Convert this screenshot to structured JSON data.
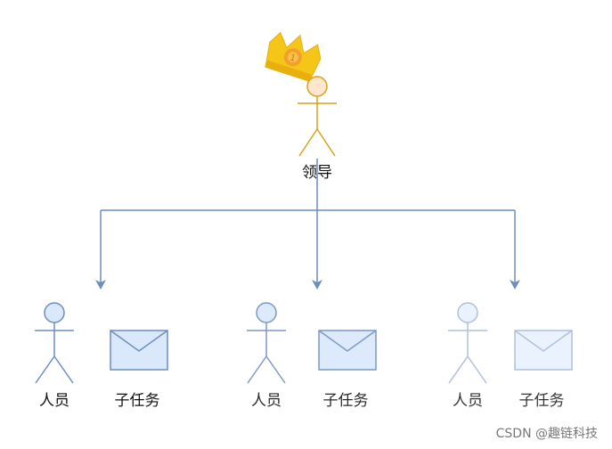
{
  "leader": {
    "label": "领导",
    "crown_icon": "crown-icon",
    "crown_badge_text": "1",
    "colors": {
      "stroke": "#d6a21a",
      "head_fill": "#ffe6cc",
      "crown": "#f5c518",
      "crown_shadow": "#e8b00f",
      "badge": "#f29f2e"
    }
  },
  "workers": [
    {
      "person_label": "人员",
      "task_label": "子任务",
      "person_icon": "person-icon",
      "task_icon": "envelope-icon",
      "stroke": "#6c8ebf",
      "fill": "#dae8fc",
      "opacity": 1.0
    },
    {
      "person_label": "人员",
      "task_label": "子任务",
      "person_icon": "person-icon",
      "task_icon": "envelope-icon",
      "stroke": "#6c8ebf",
      "fill": "#dae8fc",
      "opacity": 0.9
    },
    {
      "person_label": "人员",
      "task_label": "子任务",
      "person_icon": "person-icon",
      "task_icon": "envelope-icon",
      "stroke": "#6c8ebf",
      "fill": "#dae8fc",
      "opacity": 0.55
    }
  ],
  "connector_color": "#6c8ebf",
  "watermark": "CSDN @趣链科技"
}
